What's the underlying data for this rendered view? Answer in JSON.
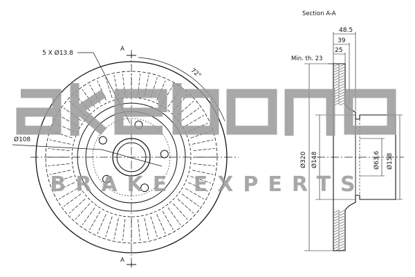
{
  "section_title": "Section A-A",
  "section_marker": "A",
  "bolt_callout": "5 X Ø13.8",
  "angle_label": "72°",
  "pcd_label": "Ø108",
  "min_thickness": "Min. th. 23",
  "dims": {
    "width_total": "48.5",
    "width_mid": "39",
    "width_inner": "25",
    "dia_outer": "Ø320",
    "dia_friction": "Ø148",
    "dia_center": "Ø63.6",
    "dia_hat": "Ø158"
  },
  "watermark": {
    "brand": "akebono",
    "tagline": "BRAKE EXPERTS",
    "color": "#9a9a9a"
  },
  "colors": {
    "line": "#111111",
    "background": "#ffffff"
  }
}
